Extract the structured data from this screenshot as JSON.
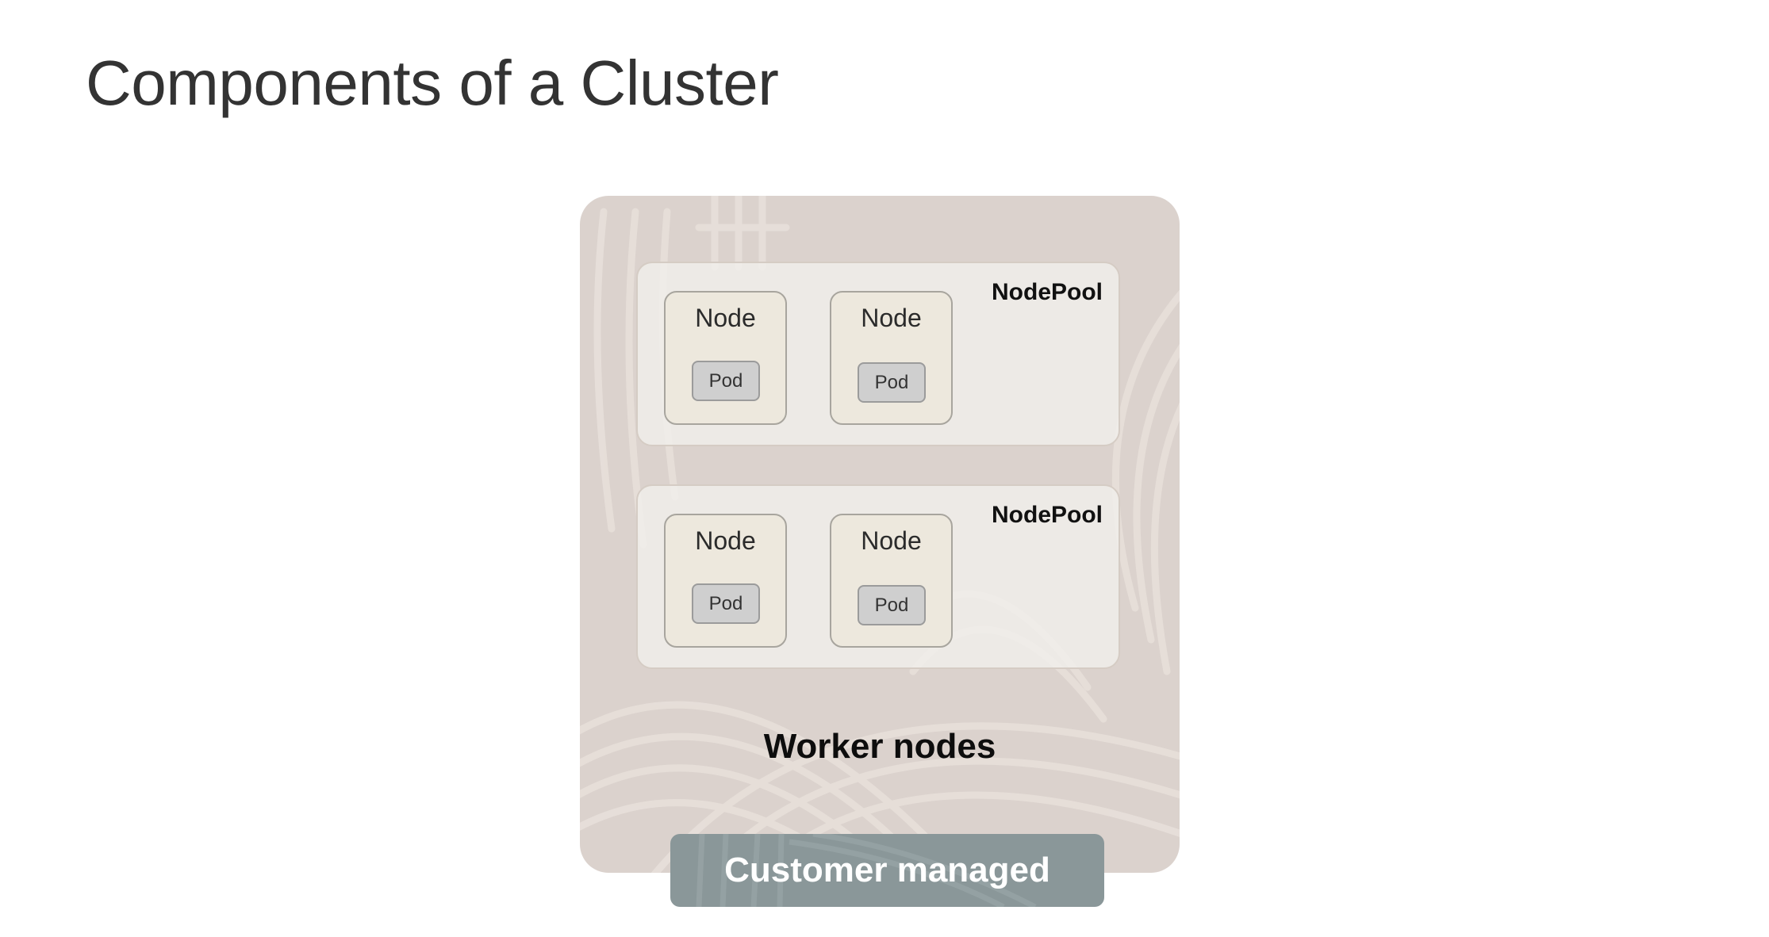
{
  "title": "Components of a Cluster",
  "diagram": {
    "container_label": "Worker nodes",
    "footer_label": "Customer managed",
    "node_pools": [
      {
        "label": "NodePool",
        "nodes": [
          {
            "label": "Node",
            "pods": [
              "Pod"
            ]
          },
          {
            "label": "Node",
            "pods": [
              "Pod"
            ]
          }
        ]
      },
      {
        "label": "NodePool",
        "nodes": [
          {
            "label": "Node",
            "pods": [
              "Pod"
            ]
          },
          {
            "label": "Node",
            "pods": [
              "Pod"
            ]
          }
        ]
      }
    ]
  },
  "colors": {
    "container_bg": "#dbd2cd",
    "nodepool_bg": "#f0eeea",
    "node_bg": "#ede8dd",
    "pod_bg": "#cfcfcf",
    "footer_bg": "#8a9799"
  }
}
